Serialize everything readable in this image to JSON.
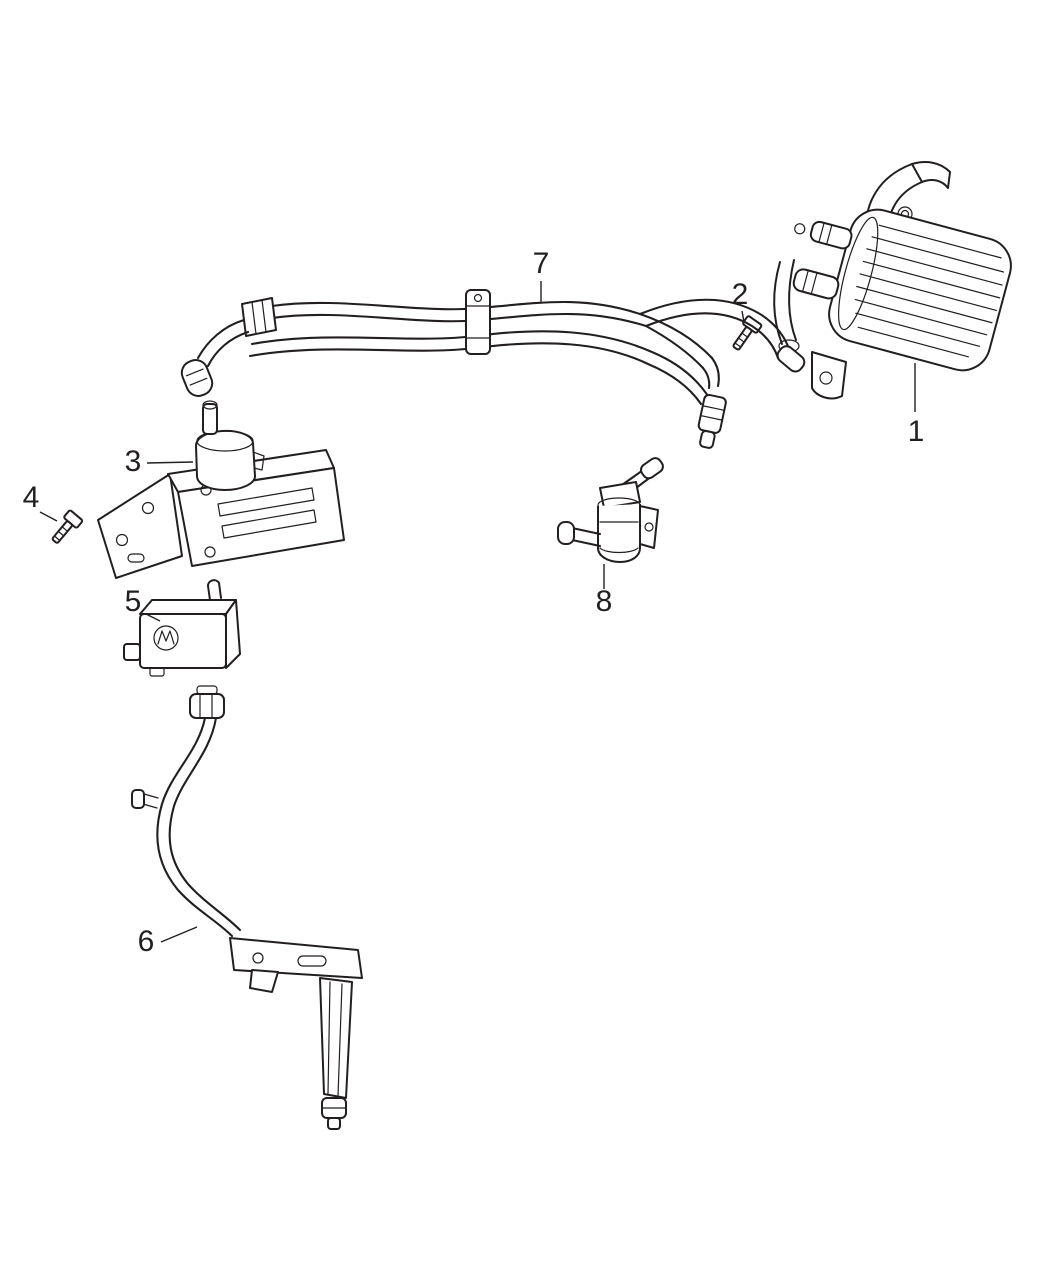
{
  "diagram": {
    "background_color": "#ffffff",
    "line_color": "#231f20",
    "callouts": [
      {
        "number": "1",
        "target": "vapor-canister"
      },
      {
        "number": "2",
        "target": "canister-screw"
      },
      {
        "number": "3",
        "target": "canister-bracket"
      },
      {
        "number": "4",
        "target": "bracket-screw"
      },
      {
        "number": "5",
        "target": "leak-detection-pump-module"
      },
      {
        "number": "6",
        "target": "vent-tube-with-bracket"
      },
      {
        "number": "7",
        "target": "vapor-harness-tubes"
      },
      {
        "number": "8",
        "target": "purge-valve"
      }
    ]
  }
}
